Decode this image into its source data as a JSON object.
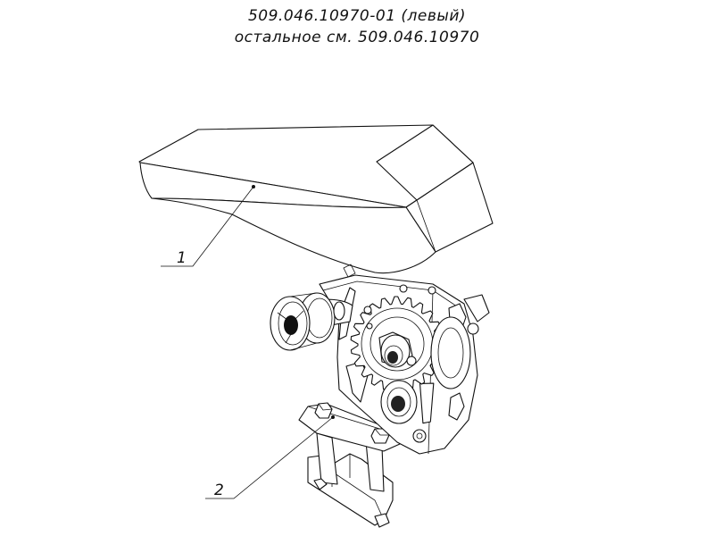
{
  "title": {
    "line1": "509.046.10970-01 (левый)",
    "line2": "остальное см. 509.046.10970"
  },
  "callouts": [
    {
      "number": "1",
      "target": "cover"
    },
    {
      "number": "2",
      "target": "bracket"
    }
  ]
}
